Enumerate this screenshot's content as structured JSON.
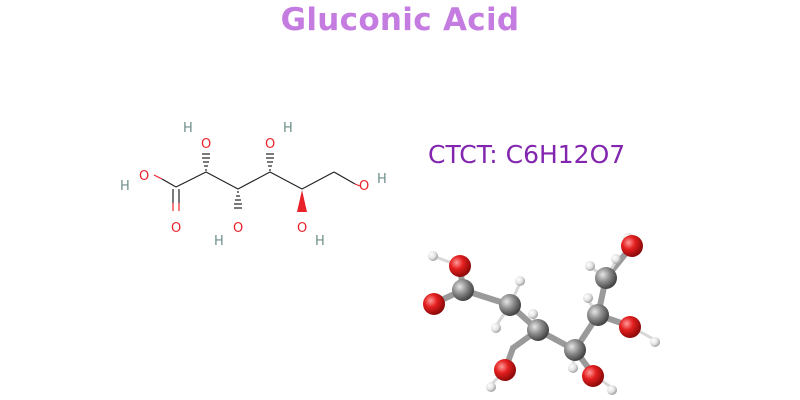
{
  "title": "Gluconic Acid",
  "formula": "CTCT: C6H12O7",
  "structure_2d": {
    "atom_labels": {
      "o": "O",
      "h": "H"
    }
  },
  "colors": {
    "title": "#c57ce0",
    "formula": "#8226b0",
    "oxygen": "#e8212b",
    "hydrogen_label": "#6e8e8a",
    "carbon_ball": "#8e8e8e",
    "hydrogen_ball": "#e8e8e8"
  }
}
